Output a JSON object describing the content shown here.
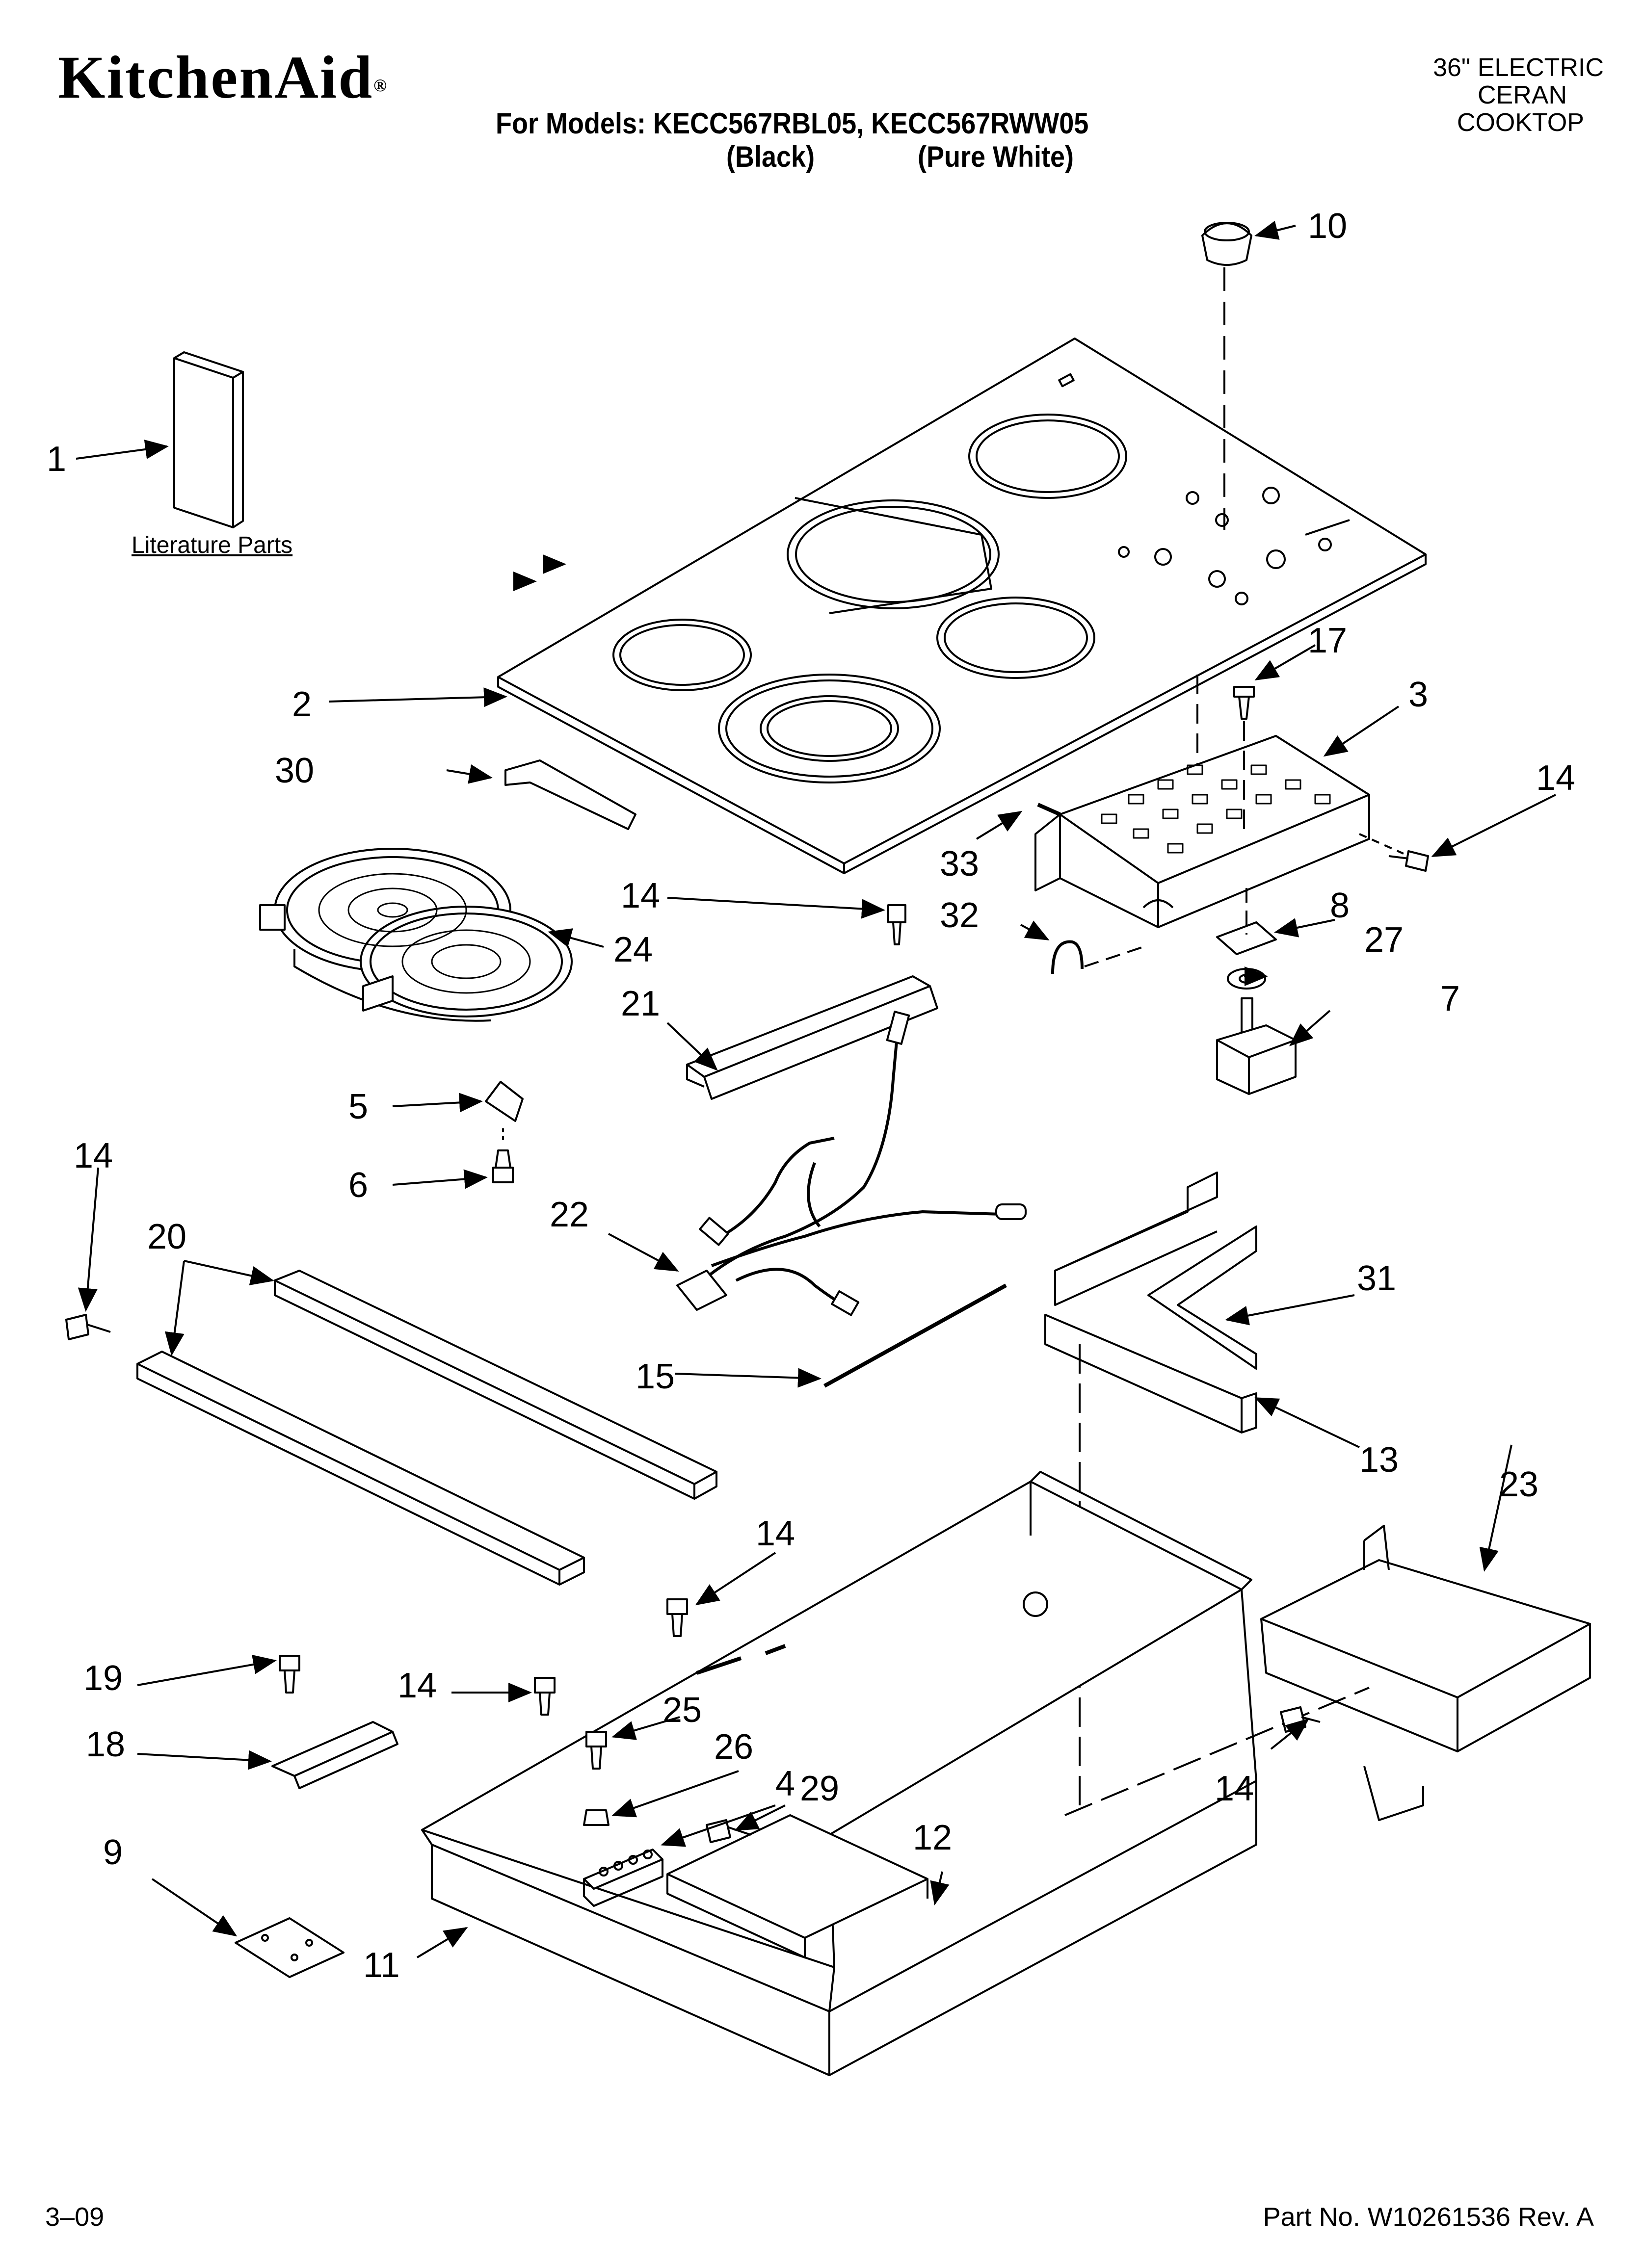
{
  "header": {
    "brand": "KitchenAid",
    "models_line": "For Models: KECC567RBL05, KECC567RWW05",
    "color_black": "(Black)",
    "color_white": "(Pure White)",
    "product_lines": [
      "36\" ELECTRIC",
      "CERAN",
      "COOKTOP"
    ]
  },
  "literature_label": "Literature Parts",
  "callouts": [
    {
      "id": "c1",
      "text": "1"
    },
    {
      "id": "c2",
      "text": "2"
    },
    {
      "id": "c3",
      "text": "3"
    },
    {
      "id": "c4",
      "text": "4"
    },
    {
      "id": "c5",
      "text": "5"
    },
    {
      "id": "c6",
      "text": "6"
    },
    {
      "id": "c7",
      "text": "7"
    },
    {
      "id": "c8",
      "text": "8"
    },
    {
      "id": "c9",
      "text": "9"
    },
    {
      "id": "c10",
      "text": "10"
    },
    {
      "id": "c11",
      "text": "11"
    },
    {
      "id": "c12",
      "text": "12"
    },
    {
      "id": "c13",
      "text": "13"
    },
    {
      "id": "c14a",
      "text": "14"
    },
    {
      "id": "c14b",
      "text": "14"
    },
    {
      "id": "c14c",
      "text": "14"
    },
    {
      "id": "c14d",
      "text": "14"
    },
    {
      "id": "c14e",
      "text": "14"
    },
    {
      "id": "c14f",
      "text": "14"
    },
    {
      "id": "c15",
      "text": "15"
    },
    {
      "id": "c17",
      "text": "17"
    },
    {
      "id": "c18",
      "text": "18"
    },
    {
      "id": "c19",
      "text": "19"
    },
    {
      "id": "c20",
      "text": "20"
    },
    {
      "id": "c21",
      "text": "21"
    },
    {
      "id": "c22",
      "text": "22"
    },
    {
      "id": "c23",
      "text": "23"
    },
    {
      "id": "c24",
      "text": "24"
    },
    {
      "id": "c25",
      "text": "25"
    },
    {
      "id": "c26",
      "text": "26"
    },
    {
      "id": "c27",
      "text": "27"
    },
    {
      "id": "c29",
      "text": "29"
    },
    {
      "id": "c30",
      "text": "30"
    },
    {
      "id": "c31",
      "text": "31"
    },
    {
      "id": "c32",
      "text": "32"
    },
    {
      "id": "c33",
      "text": "33"
    }
  ],
  "footer": {
    "date": "3–09",
    "part_no": "Part No. W10261536 Rev. A"
  }
}
